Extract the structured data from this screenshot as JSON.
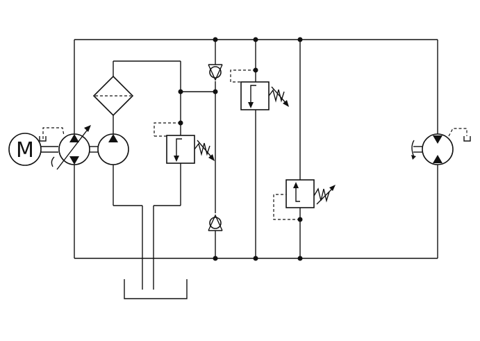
{
  "diagram": {
    "motor_label": "M",
    "components": [
      "electric-motor",
      "variable-displacement-pump",
      "fixed-displacement-pump",
      "filter",
      "relief-valve-pilot-line",
      "relief-valve-main",
      "relief-valve-return",
      "check-valve-upper",
      "check-valve-lower",
      "bidirectional-hydraulic-motor",
      "tank"
    ],
    "colors": {
      "line": "#111111",
      "background": "#ffffff"
    }
  }
}
